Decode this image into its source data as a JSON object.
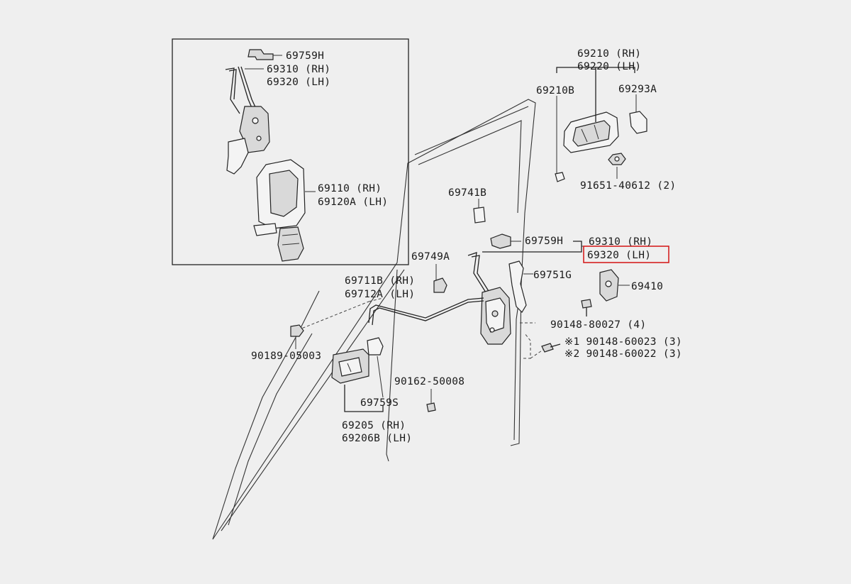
{
  "diagram": {
    "inset": {
      "labels": {
        "l69759H": "69759H",
        "l69310": "69310 (RH)",
        "l69320": "69320 (LH)",
        "l69110": "69110  (RH)",
        "l69120A": "69120A (LH)"
      }
    },
    "labels": {
      "l69210": "69210 (RH)",
      "l69220": "69220 (LH)",
      "l69210B": "69210B",
      "l69293A": "69293A",
      "l91651": "91651-40612 (2)",
      "l69741B": "69741B",
      "l69759H": "69759H",
      "l69310": "69310 (RH)",
      "l69320": "69320 (LH)",
      "l69749A": "69749A",
      "l69751G": "69751G",
      "l69410": "69410",
      "l69711B": "69711B (RH)",
      "l69712A": "69712A (LH)",
      "l90148_80027": "90148-80027 (4)",
      "l90148_60023": "※1 90148-60023 (3)",
      "l90148_60022": "※2 90148-60022 (3)",
      "l90189": "90189-05003",
      "l90162": "90162-50008",
      "l69759S": "69759S",
      "l69205": "69205   (RH)",
      "l69206B": "69206B (LH)"
    },
    "highlight_color": "#d42020"
  }
}
